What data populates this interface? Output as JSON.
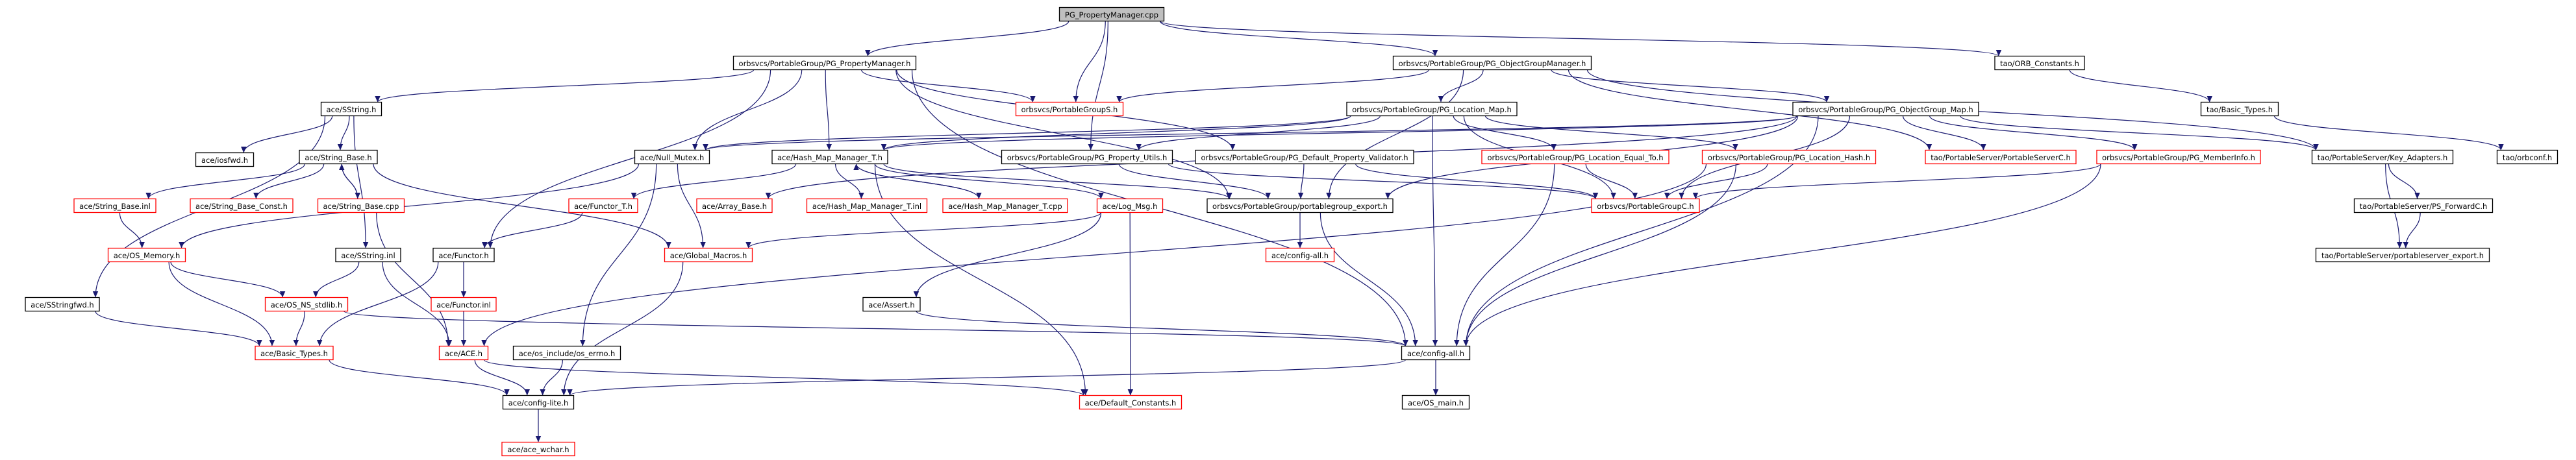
{
  "colors": {
    "root_fill": "#bfbfbf",
    "node_border": "#000000",
    "missing_border": "#ff0000",
    "node_fill": "#ffffff",
    "text": "#000000",
    "edge": "#191970"
  },
  "nodes": [
    {
      "id": "root",
      "label": "PG_PropertyManager.cpp",
      "kind": "root"
    },
    {
      "id": "pgpm_h",
      "label": "orbsvcs/PortableGroup/PG_PropertyManager.h",
      "kind": "normal"
    },
    {
      "id": "pgogm_h",
      "label": "orbsvcs/PortableGroup/PG_ObjectGroupManager.h",
      "kind": "normal"
    },
    {
      "id": "orbconst",
      "label": "tao/ORB_Constants.h",
      "kind": "normal"
    },
    {
      "id": "sstring_h",
      "label": "ace/SString.h",
      "kind": "normal"
    },
    {
      "id": "pgs_h",
      "label": "orbsvcs/PortableGroupS.h",
      "kind": "missing"
    },
    {
      "id": "loc_map",
      "label": "orbsvcs/PortableGroup/PG_Location_Map.h",
      "kind": "normal"
    },
    {
      "id": "objgrp_map",
      "label": "orbsvcs/PortableGroup/PG_ObjectGroup_Map.h",
      "kind": "normal"
    },
    {
      "id": "basic_types_tao",
      "label": "tao/Basic_Types.h",
      "kind": "normal"
    },
    {
      "id": "iosfwd",
      "label": "ace/iosfwd.h",
      "kind": "normal"
    },
    {
      "id": "string_base_h",
      "label": "ace/String_Base.h",
      "kind": "normal"
    },
    {
      "id": "null_mutex",
      "label": "ace/Null_Mutex.h",
      "kind": "normal"
    },
    {
      "id": "hash_map_h",
      "label": "ace/Hash_Map_Manager_T.h",
      "kind": "normal"
    },
    {
      "id": "prop_utils",
      "label": "orbsvcs/PortableGroup/PG_Property_Utils.h",
      "kind": "normal"
    },
    {
      "id": "def_prop_val",
      "label": "orbsvcs/PortableGroup/PG_Default_Property_Validator.h",
      "kind": "normal"
    },
    {
      "id": "loc_eq",
      "label": "orbsvcs/PortableGroup/PG_Location_Equal_To.h",
      "kind": "missing"
    },
    {
      "id": "loc_hash",
      "label": "orbsvcs/PortableGroup/PG_Location_Hash.h",
      "kind": "missing"
    },
    {
      "id": "ps_portableserverc",
      "label": "tao/PortableServer/PortableServerC.h",
      "kind": "missing"
    },
    {
      "id": "memberinfo",
      "label": "orbsvcs/PortableGroup/PG_MemberInfo.h",
      "kind": "missing"
    },
    {
      "id": "key_adapters",
      "label": "tao/PortableServer/Key_Adapters.h",
      "kind": "normal"
    },
    {
      "id": "orbconf",
      "label": "tao/orbconf.h",
      "kind": "normal"
    },
    {
      "id": "string_base_inl",
      "label": "ace/String_Base.inl",
      "kind": "missing"
    },
    {
      "id": "string_base_const",
      "label": "ace/String_Base_Const.h",
      "kind": "missing"
    },
    {
      "id": "string_base_cpp",
      "label": "ace/String_Base.cpp",
      "kind": "missing"
    },
    {
      "id": "functor_t",
      "label": "ace/Functor_T.h",
      "kind": "missing"
    },
    {
      "id": "array_base",
      "label": "ace/Array_Base.h",
      "kind": "missing"
    },
    {
      "id": "hash_map_inl",
      "label": "ace/Hash_Map_Manager_T.inl",
      "kind": "missing"
    },
    {
      "id": "hash_map_cpp",
      "label": "ace/Hash_Map_Manager_T.cpp",
      "kind": "missing"
    },
    {
      "id": "log_msg",
      "label": "ace/Log_Msg.h",
      "kind": "missing"
    },
    {
      "id": "pg_export",
      "label": "orbsvcs/PortableGroup/portablegroup_export.h",
      "kind": "normal"
    },
    {
      "id": "pgc_h",
      "label": "orbsvcs/PortableGroupC.h",
      "kind": "missing"
    },
    {
      "id": "ps_fwd",
      "label": "tao/PortableServer/PS_ForwardC.h",
      "kind": "normal"
    },
    {
      "id": "os_memory",
      "label": "ace/OS_Memory.h",
      "kind": "missing"
    },
    {
      "id": "sstring_inl",
      "label": "ace/SString.inl",
      "kind": "normal"
    },
    {
      "id": "functor_h",
      "label": "ace/Functor.h",
      "kind": "normal"
    },
    {
      "id": "global_macros",
      "label": "ace/Global_Macros.h",
      "kind": "missing"
    },
    {
      "id": "config_all_orb",
      "label": "ace/config-all.h",
      "kind": "missing"
    },
    {
      "id": "ps_export",
      "label": "tao/PortableServer/portableserver_export.h",
      "kind": "normal"
    },
    {
      "id": "sstringfwd",
      "label": "ace/SStringfwd.h",
      "kind": "normal"
    },
    {
      "id": "os_ns_stdlib",
      "label": "ace/OS_NS_stdlib.h",
      "kind": "missing"
    },
    {
      "id": "functor_inl",
      "label": "ace/Functor.inl",
      "kind": "missing"
    },
    {
      "id": "assert_h",
      "label": "ace/Assert.h",
      "kind": "normal"
    },
    {
      "id": "basic_types_ace",
      "label": "ace/Basic_Types.h",
      "kind": "missing"
    },
    {
      "id": "ace_h",
      "label": "ace/ACE.h",
      "kind": "missing"
    },
    {
      "id": "os_errno",
      "label": "ace/os_include/os_errno.h",
      "kind": "normal"
    },
    {
      "id": "config_all",
      "label": "ace/config-all.h",
      "kind": "normal"
    },
    {
      "id": "config_lite",
      "label": "ace/config-lite.h",
      "kind": "normal"
    },
    {
      "id": "default_consts",
      "label": "ace/Default_Constants.h",
      "kind": "missing"
    },
    {
      "id": "os_main",
      "label": "ace/OS_main.h",
      "kind": "normal"
    },
    {
      "id": "ace_wchar",
      "label": "ace/ace_wchar.h",
      "kind": "missing"
    }
  ],
  "edges": [
    [
      "root",
      "pgpm_h"
    ],
    [
      "root",
      "pgogm_h"
    ],
    [
      "root",
      "orbconst"
    ],
    [
      "root",
      "pgs_h"
    ],
    [
      "root",
      "prop_utils"
    ],
    [
      "pgpm_h",
      "sstring_h"
    ],
    [
      "pgpm_h",
      "pgs_h"
    ],
    [
      "pgpm_h",
      "null_mutex"
    ],
    [
      "pgpm_h",
      "hash_map_h"
    ],
    [
      "pgpm_h",
      "def_prop_val"
    ],
    [
      "pgpm_h",
      "functor_h"
    ],
    [
      "pgpm_h",
      "config_all"
    ],
    [
      "pgpm_h",
      "pg_export"
    ],
    [
      "pgogm_h",
      "loc_map"
    ],
    [
      "pgogm_h",
      "objgrp_map"
    ],
    [
      "pgogm_h",
      "pgs_h"
    ],
    [
      "pgogm_h",
      "pg_export"
    ],
    [
      "pgogm_h",
      "key_adapters"
    ],
    [
      "pgogm_h",
      "ps_portableserverc"
    ],
    [
      "orbconst",
      "basic_types_tao"
    ],
    [
      "basic_types_tao",
      "orbconf"
    ],
    [
      "sstring_h",
      "iosfwd"
    ],
    [
      "sstring_h",
      "string_base_h"
    ],
    [
      "sstring_h",
      "sstringfwd"
    ],
    [
      "sstring_h",
      "sstring_inl"
    ],
    [
      "loc_map",
      "null_mutex"
    ],
    [
      "loc_map",
      "hash_map_h"
    ],
    [
      "loc_map",
      "loc_eq"
    ],
    [
      "loc_map",
      "loc_hash"
    ],
    [
      "loc_map",
      "pgc_h"
    ],
    [
      "loc_map",
      "config_all"
    ],
    [
      "loc_map",
      "prop_utils"
    ],
    [
      "objgrp_map",
      "null_mutex"
    ],
    [
      "objgrp_map",
      "hash_map_h"
    ],
    [
      "objgrp_map",
      "memberinfo"
    ],
    [
      "objgrp_map",
      "key_adapters"
    ],
    [
      "objgrp_map",
      "ps_portableserverc"
    ],
    [
      "objgrp_map",
      "pgc_h"
    ],
    [
      "objgrp_map",
      "array_base"
    ],
    [
      "objgrp_map",
      "pg_export"
    ],
    [
      "objgrp_map",
      "config_all"
    ],
    [
      "string_base_h",
      "string_base_inl"
    ],
    [
      "string_base_h",
      "string_base_const"
    ],
    [
      "string_base_h",
      "string_base_cpp"
    ],
    [
      "string_base_h",
      "global_macros"
    ],
    [
      "string_base_inl",
      "os_memory"
    ],
    [
      "string_base_cpp",
      "string_base_h"
    ],
    [
      "string_base_cpp",
      "ace_h"
    ],
    [
      "null_mutex",
      "global_macros"
    ],
    [
      "null_mutex",
      "os_memory"
    ],
    [
      "null_mutex",
      "os_errno"
    ],
    [
      "hash_map_h",
      "functor_t"
    ],
    [
      "hash_map_h",
      "hash_map_inl"
    ],
    [
      "hash_map_h",
      "hash_map_cpp"
    ],
    [
      "hash_map_h",
      "log_msg"
    ],
    [
      "hash_map_h",
      "default_consts"
    ],
    [
      "hash_map_h",
      "pg_export"
    ],
    [
      "hash_map_cpp",
      "hash_map_h"
    ],
    [
      "functor_t",
      "functor_h"
    ],
    [
      "functor_h",
      "functor_inl"
    ],
    [
      "functor_h",
      "basic_types_ace"
    ],
    [
      "functor_inl",
      "ace_h"
    ],
    [
      "log_msg",
      "global_macros"
    ],
    [
      "log_msg",
      "assert_h"
    ],
    [
      "log_msg",
      "default_consts"
    ],
    [
      "global_macros",
      "config_lite"
    ],
    [
      "os_memory",
      "os_ns_stdlib"
    ],
    [
      "os_memory",
      "basic_types_ace"
    ],
    [
      "os_ns_stdlib",
      "basic_types_ace"
    ],
    [
      "os_ns_stdlib",
      "config_all"
    ],
    [
      "sstring_inl",
      "os_ns_stdlib"
    ],
    [
      "sstring_inl",
      "ace_h"
    ],
    [
      "sstringfwd",
      "basic_types_ace"
    ],
    [
      "prop_utils",
      "pg_export"
    ],
    [
      "prop_utils",
      "pgc_h"
    ],
    [
      "def_prop_val",
      "pg_export"
    ],
    [
      "def_prop_val",
      "pgc_h"
    ],
    [
      "loc_eq",
      "pgc_h"
    ],
    [
      "loc_eq",
      "config_all"
    ],
    [
      "loc_hash",
      "pgc_h"
    ],
    [
      "loc_hash",
      "config_all"
    ],
    [
      "loc_hash",
      "ace_h"
    ],
    [
      "memberinfo",
      "pgc_h"
    ],
    [
      "memberinfo",
      "config_all"
    ],
    [
      "pg_export",
      "config_all_orb"
    ],
    [
      "pg_export",
      "config_all"
    ],
    [
      "key_adapters",
      "ps_fwd"
    ],
    [
      "key_adapters",
      "ps_export"
    ],
    [
      "ps_fwd",
      "ps_export"
    ],
    [
      "assert_h",
      "config_all"
    ],
    [
      "basic_types_ace",
      "config_lite"
    ],
    [
      "ace_h",
      "config_lite"
    ],
    [
      "ace_h",
      "default_consts"
    ],
    [
      "os_errno",
      "config_lite"
    ],
    [
      "config_all",
      "config_lite"
    ],
    [
      "config_all",
      "os_main"
    ],
    [
      "config_lite",
      "ace_wchar"
    ]
  ]
}
